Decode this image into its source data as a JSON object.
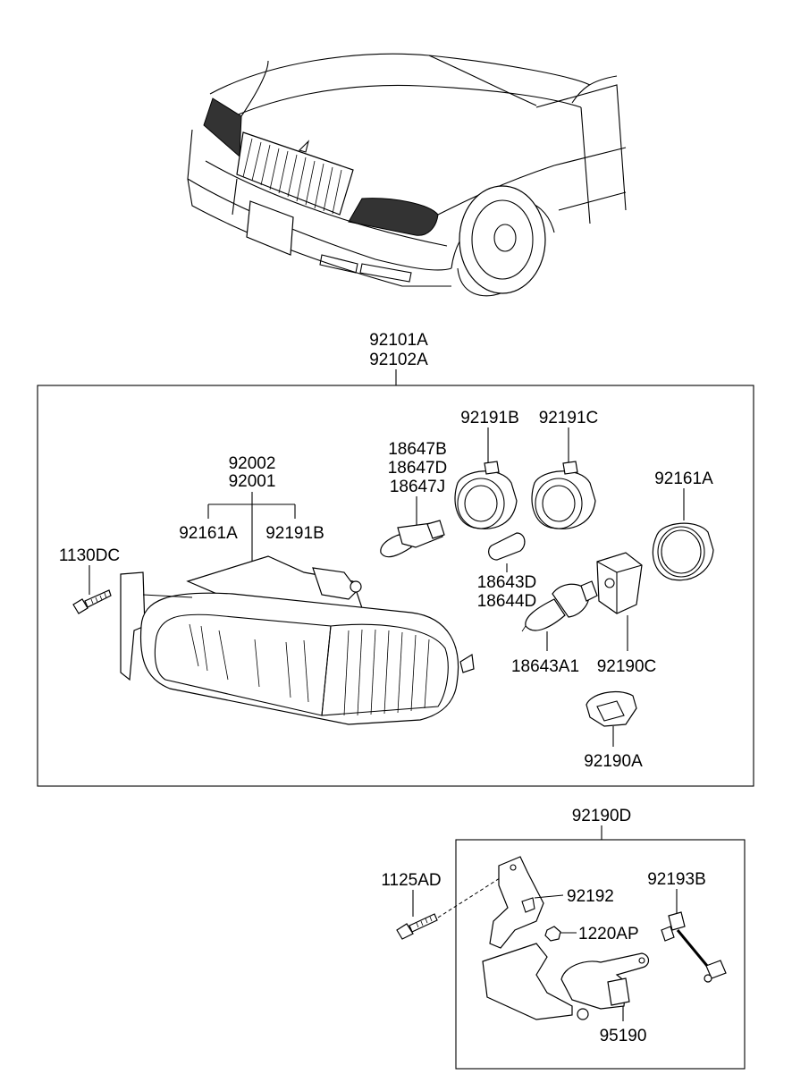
{
  "labels": {
    "assembly_a": "92101A",
    "assembly_b": "92102A",
    "housing_a": "92002",
    "housing_b": "92001",
    "socket_left": "92161A",
    "cap_left": "92191B",
    "screw_left": "1130DC",
    "bulb_small_b": "18647B",
    "bulb_small_d": "18647D",
    "bulb_small_j": "18647J",
    "cap_mid_b": "92191B",
    "cap_mid_c": "92191C",
    "socket_right": "92161A",
    "bulb_d1": "18643D",
    "bulb_d2": "18644D",
    "bulb_main": "18643A1",
    "cover_c": "92190C",
    "holder_a": "92190A",
    "leveling_assy": "92190D",
    "screw_bottom": "1125AD",
    "bracket": "92192",
    "nut": "1220AP",
    "link_rod": "92193B",
    "actuator": "95190"
  }
}
